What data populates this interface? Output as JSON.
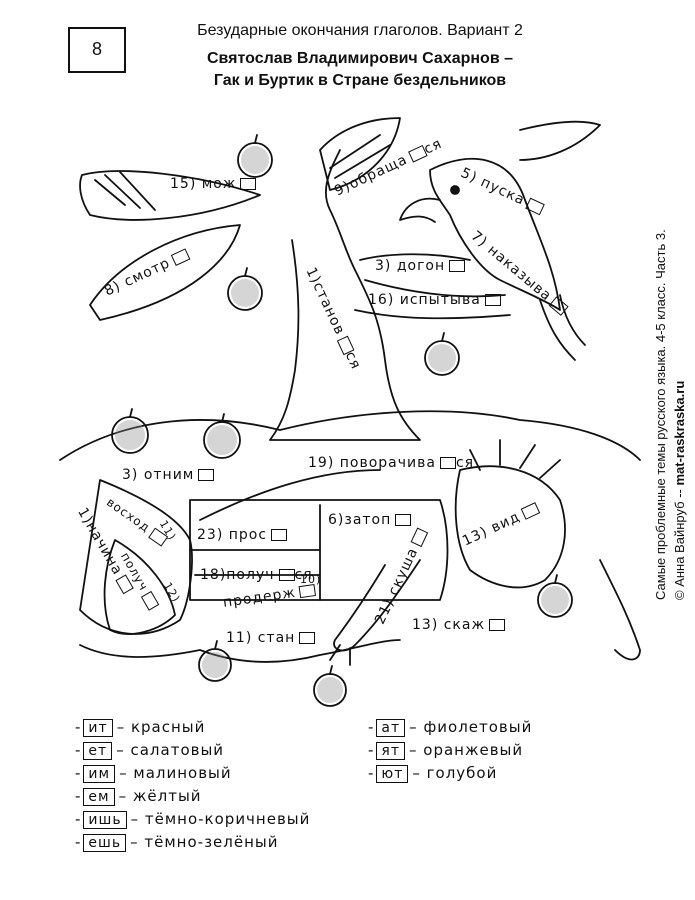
{
  "worksheet": {
    "number": "8",
    "topic": "Безударные окончания глаголов. Вариант 2",
    "author": "Святослав Владимирович Сахарнов –",
    "book_title": "Гак и Буртик в  Стране бездельников",
    "side_note": "Самые проблемные темы русского языка. 4-5 класс. Часть 3.",
    "copyright_prefix": "© Анна Вайнруб  --  ",
    "site": "mat-raskraska.ru"
  },
  "words": {
    "w15": "15) мож",
    "w9": "9)обраща",
    "w9_suffix": "ся",
    "w5": "5) пуска",
    "w7": "7) наказыва",
    "w8": "8) смотр",
    "w3a": "3) догон",
    "w1": "1)станов",
    "w1_suffix": "ся",
    "w16": "16) испытыва",
    "w3b": "3) отним",
    "w19": "19) поворачива",
    "w19_suffix": "ся",
    "w_vosh": "восход",
    "w_nach": "1)начина",
    "w_poluch": "получ",
    "w23": "23) прос",
    "w6": "6)затоп",
    "w13a": "13) вид",
    "w18": "18)получ",
    "w18_suffix": "ся",
    "w_proderzh": "продерж",
    "w21": "21) скуша",
    "w11": "11) стан",
    "w13b": "13) скаж",
    "n11": "11)",
    "n12": "12)",
    "n10": "10)"
  },
  "legend": [
    {
      "ending": "ит",
      "color_name": "красный"
    },
    {
      "ending": "ет",
      "color_name": "салатовый"
    },
    {
      "ending": "им",
      "color_name": "малиновый"
    },
    {
      "ending": "ем",
      "color_name": "жёлтый"
    },
    {
      "ending": "ишь",
      "color_name": "тёмно-коричневый"
    },
    {
      "ending": "ешь",
      "color_name": "тёмно-зелёный"
    },
    {
      "ending": "ат",
      "color_name": "фиолетовый"
    },
    {
      "ending": "ят",
      "color_name": "оранжевый"
    },
    {
      "ending": "ют",
      "color_name": "голубой"
    }
  ]
}
